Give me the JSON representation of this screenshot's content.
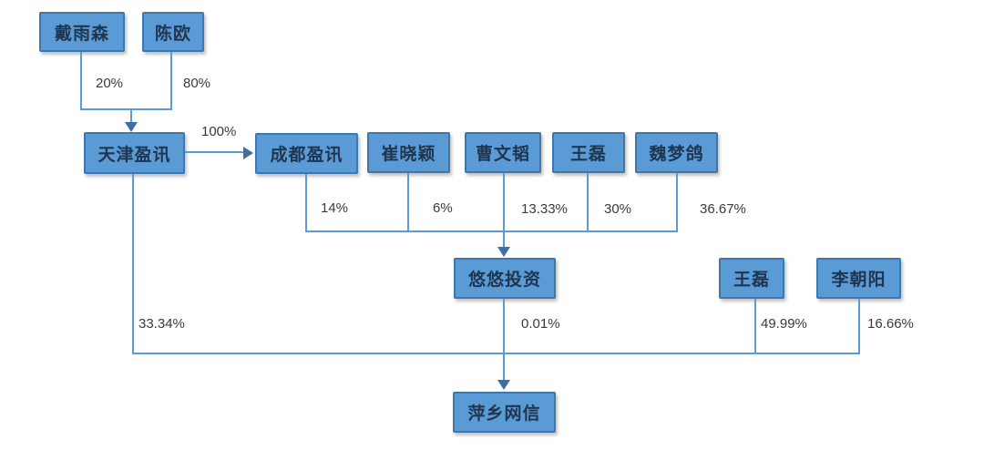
{
  "nodes": {
    "dai_yusen": {
      "label": "戴雨森"
    },
    "chen_ou": {
      "label": "陈欧"
    },
    "tianjin_yingxun": {
      "label": "天津盈讯"
    },
    "chengdu_yingxun": {
      "label": "成都盈讯"
    },
    "cui_xiaoying": {
      "label": "崔晓颖"
    },
    "cao_wentao": {
      "label": "曹文韬"
    },
    "wang_lei_mid": {
      "label": "王磊"
    },
    "wei_mengge": {
      "label": "魏梦鸽"
    },
    "youyou_touzi": {
      "label": "悠悠投资"
    },
    "wang_lei_right": {
      "label": "王磊"
    },
    "li_chaoyang": {
      "label": "李朝阳"
    },
    "pingxiang_wangxin": {
      "label": "萍乡网信"
    }
  },
  "edges": {
    "dai_to_tianjin": "20%",
    "chen_to_tianjin": "80%",
    "tianjin_to_chengdu": "100%",
    "chengdu_to_youyou": "14%",
    "cui_to_youyou": "6%",
    "cao_to_youyou": "13.33%",
    "wanglei_to_youyou": "30%",
    "wei_to_youyou": "36.67%",
    "tianjin_to_pingxiang": "33.34%",
    "youyou_to_pingxiang": "0.01%",
    "wanglei_to_pingxiang": "49.99%",
    "li_to_pingxiang": "16.66%"
  },
  "colors": {
    "box_fill": "#5B9BD5",
    "box_border": "#3E77AE",
    "connector": "#5B9BD5",
    "arrow": "#3D6EA5",
    "box_text": "#1F3550",
    "label_text": "#3A3A3A",
    "background": "#FFFFFF"
  }
}
